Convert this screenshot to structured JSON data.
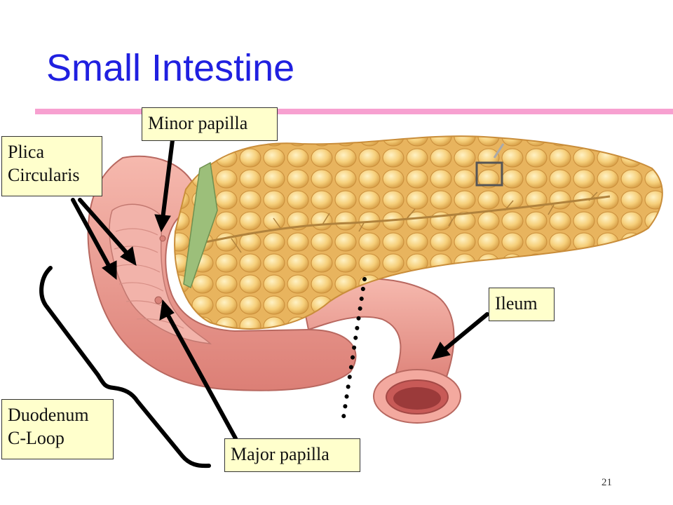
{
  "slide": {
    "title": "Small Intestine",
    "page_number": "21",
    "accent_color": "#f7a0d0",
    "title_color": "#2020e0"
  },
  "labels": {
    "minor_papilla": "Minor papilla",
    "plica_line1": "Plica",
    "plica_line2": "Circularis",
    "ileum": "Ileum",
    "duodenum_line1": "Duodenum",
    "duodenum_line2": "C-Loop",
    "major_papilla": "Major papilla"
  },
  "illustration": {
    "subject": "pancreas-and-duodenum-icon",
    "colors": {
      "pancreas": "#f6cf7a",
      "intestine": "#f0a79e",
      "duct": "#c89a4a"
    }
  }
}
